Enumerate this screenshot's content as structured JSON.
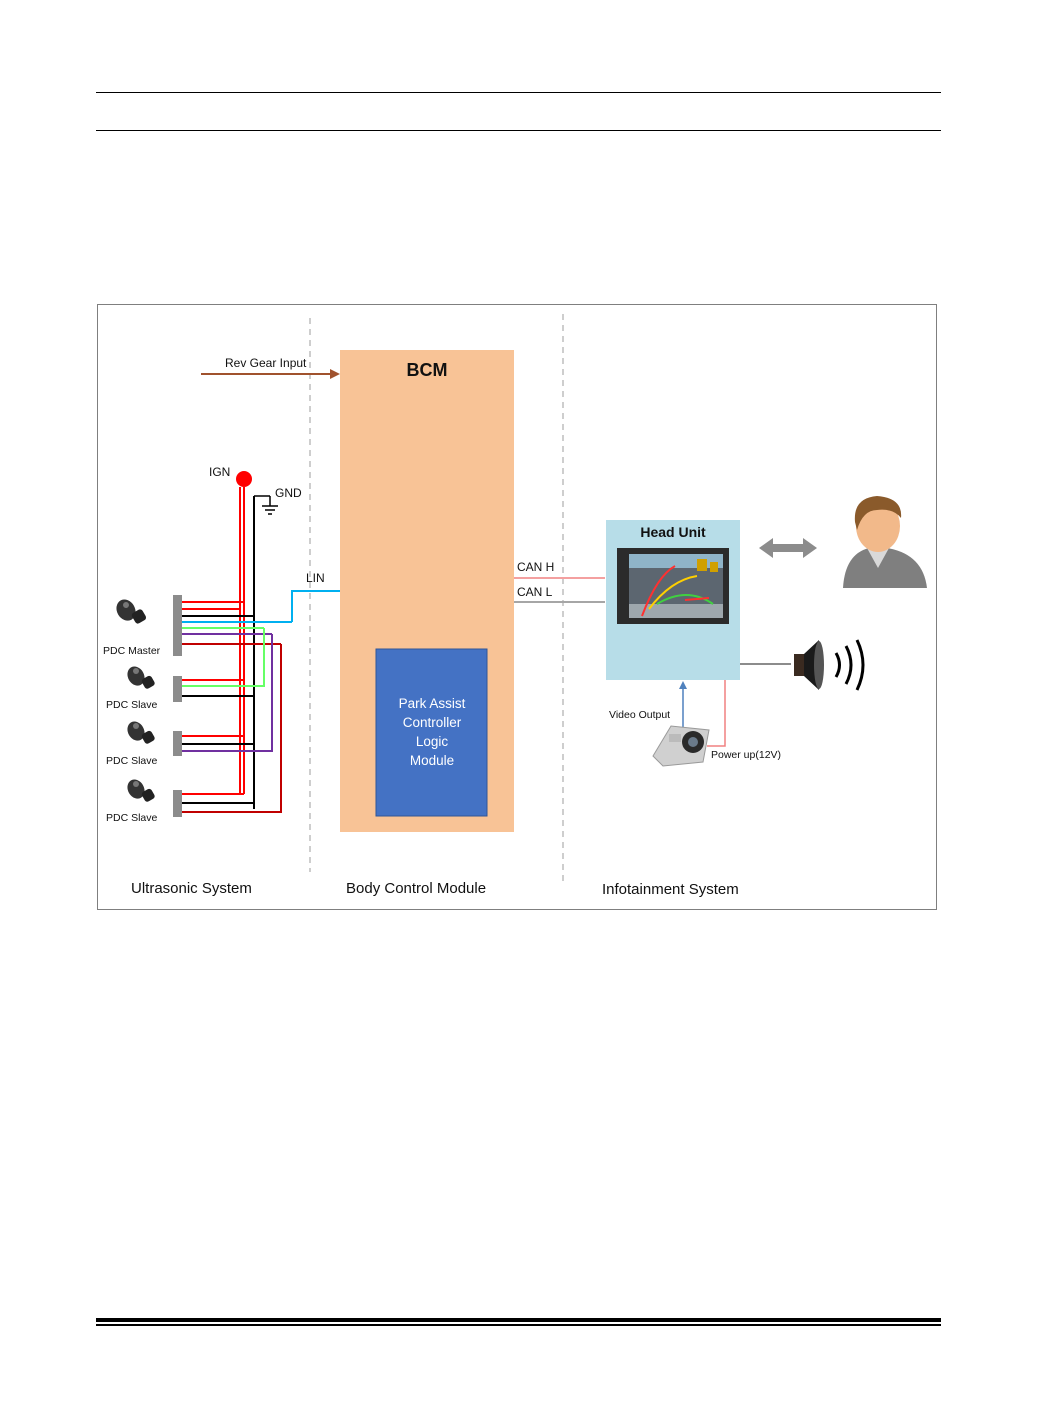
{
  "diagram": {
    "bcm_title": "BCM",
    "module_label": [
      "Park Assist",
      "Controller",
      "Logic",
      "Module"
    ],
    "rev_gear_label": "Rev Gear Input",
    "ign_label": "IGN",
    "gnd_label": "GND",
    "lin_label": "LIN",
    "can_h_label": "CAN H",
    "can_l_label": "CAN L",
    "head_unit_title": "Head Unit",
    "video_output_label": "Video Output",
    "power_label": "Power up(12V)",
    "sensors": [
      "PDC Master",
      "PDC Slave",
      "PDC Slave",
      "PDC Slave"
    ],
    "sections": [
      "Ultrasonic System",
      "Body Control Module",
      "Infotainment System"
    ]
  }
}
